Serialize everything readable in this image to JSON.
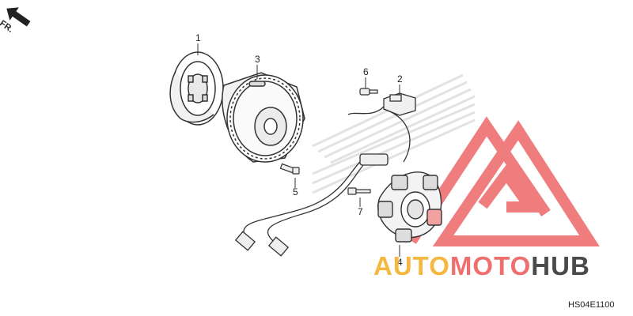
{
  "direction": {
    "label": "FR."
  },
  "callouts": {
    "p1": "1",
    "p2": "2",
    "p3": "3",
    "p4": "4",
    "p5": "5",
    "p6": "6",
    "p7": "7"
  },
  "diagram_code": "HS04E1100",
  "watermark": {
    "part1": "AUTO",
    "part2": "MOTO",
    "part3": "HUB",
    "colors": {
      "orange": "#f5b740",
      "red": "#ef6f6f",
      "gray": "#4a4a4a"
    }
  },
  "icons": {
    "direction": "arrow-up-left-icon",
    "brand": "triangle-mountain-logo"
  }
}
